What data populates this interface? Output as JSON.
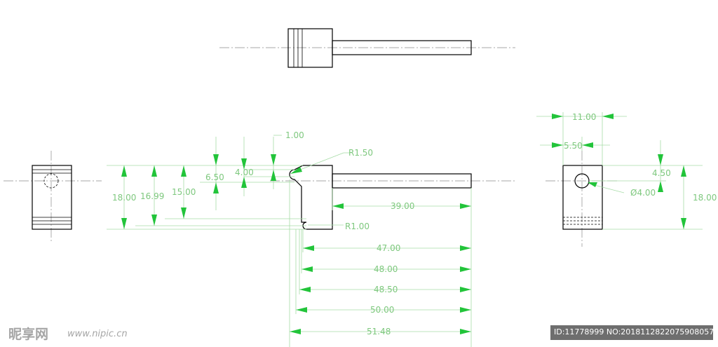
{
  "dimensions": {
    "d_1_00": "1.00",
    "d_r1_50": "R1.50",
    "d_4_00": "4.00",
    "d_6_50": "6.50",
    "d_18_00_left": "18.00",
    "d_16_99": "16.99",
    "d_15_00": "15.00",
    "d_39_00": "39.00",
    "d_r1_00": "R1.00",
    "d_47_00": "47.00",
    "d_48_00": "48.00",
    "d_48_50": "48.50",
    "d_50_00": "50.00",
    "d_51_48": "51.48",
    "d_11_00": "11.00",
    "d_5_50": "5.50",
    "d_4_50": "4.50",
    "d_dia_4_00": "Ø4.00",
    "d_18_00_right": "18.00"
  },
  "watermark": {
    "logo": "昵享网",
    "url": "www.nipic.cn",
    "id_text": "ID:11778999 NO:20181128220759080575"
  },
  "colors": {
    "dimension_text": "#7ec87e",
    "arrow": "#22c43a",
    "extension_line": "#a6dca6",
    "outline": "#000000",
    "center_line": "#8a8a8a"
  }
}
